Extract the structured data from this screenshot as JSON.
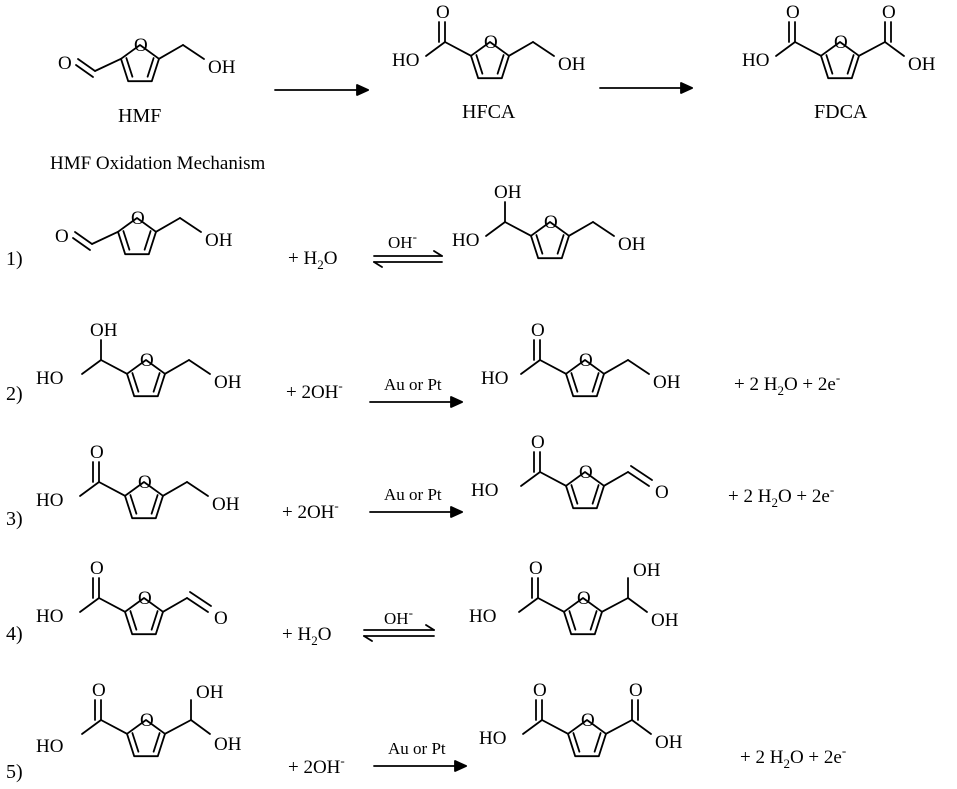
{
  "top": {
    "labels": [
      "HMF",
      "HFCA",
      "FDCA"
    ],
    "mechanism_title": "HMF Oxidation Mechanism"
  },
  "atoms": {
    "O": "O",
    "OH": "OH",
    "HO": "HO"
  },
  "steps": [
    {
      "number": "1)",
      "reagent": {
        "main": "+ H",
        "sub": "2",
        "rest": "O"
      },
      "condition": {
        "main": "OH",
        "sup": "-"
      },
      "arrow": "equilibrium"
    },
    {
      "number": "2)",
      "reagent": {
        "main": "+ 2OH",
        "sup": "-"
      },
      "condition": {
        "main": "Au or Pt"
      },
      "arrow": "forward",
      "byproduct": {
        "a": "+ 2 H",
        "sub": "2",
        "b": "O + 2e",
        "sup": "-"
      }
    },
    {
      "number": "3)",
      "reagent": {
        "main": "+ 2OH",
        "sup": "-"
      },
      "condition": {
        "main": "Au or Pt"
      },
      "arrow": "forward",
      "byproduct": {
        "a": "+ 2 H",
        "sub": "2",
        "b": "O + 2e",
        "sup": "-"
      }
    },
    {
      "number": "4)",
      "reagent": {
        "main": "+ H",
        "sub": "2",
        "rest": "O"
      },
      "condition": {
        "main": "OH",
        "sup": "-"
      },
      "arrow": "equilibrium"
    },
    {
      "number": "5)",
      "reagent": {
        "main": "+ 2OH",
        "sup": "-"
      },
      "condition": {
        "main": "Au or Pt"
      },
      "arrow": "forward",
      "byproduct": {
        "a": "+ 2 H",
        "sub": "2",
        "b": "O + 2e",
        "sup": "-"
      }
    }
  ]
}
